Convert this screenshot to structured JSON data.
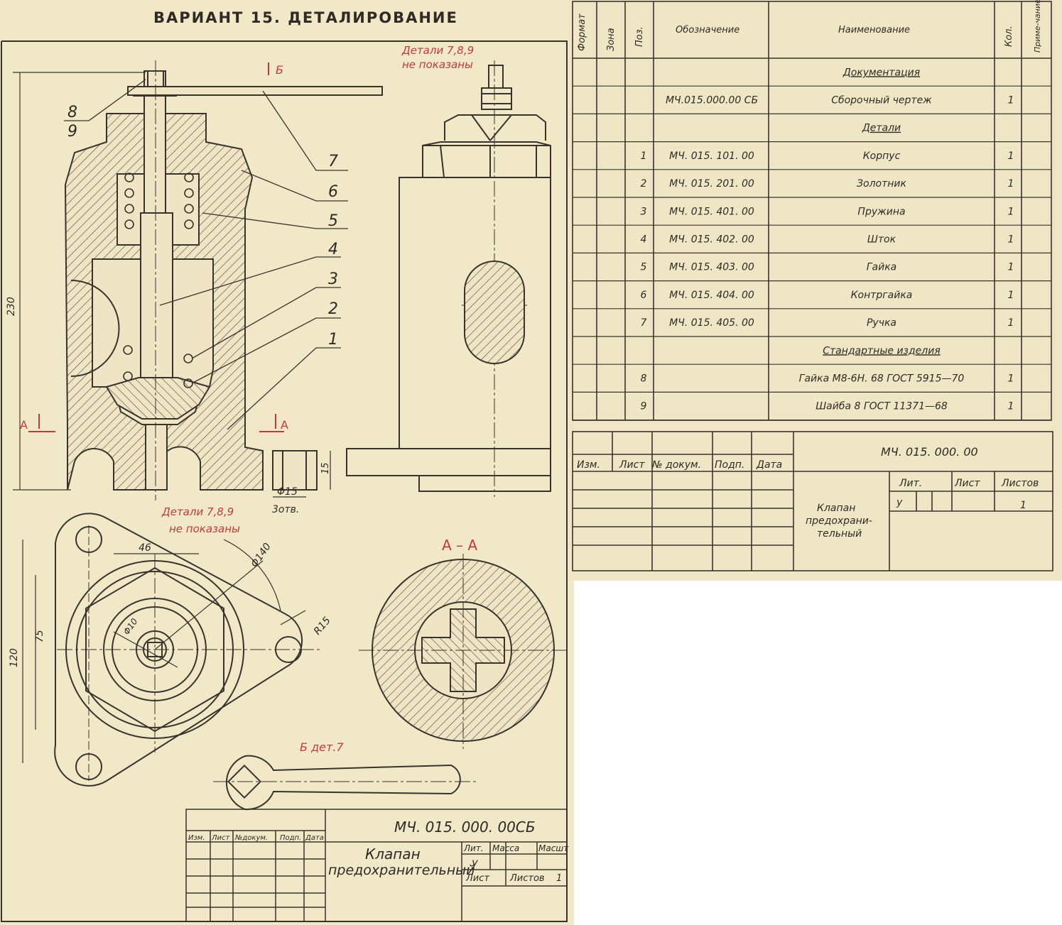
{
  "page_title": "ВАРИАНТ 15. ДЕТАЛИРОВАНИЕ",
  "notes": {
    "hidden_top": [
      "Детали 7,8,9",
      "не показаны"
    ],
    "hidden_bottom": [
      "Детали 7,8,9",
      "не показаны"
    ]
  },
  "callouts": [
    "8",
    "9",
    "7",
    "6",
    "5",
    "4",
    "3",
    "2",
    "1"
  ],
  "views": {
    "section_mark": "А",
    "arrow_mark": "Б",
    "section_title": "А – А",
    "detail_label": "Б дет.7"
  },
  "dimensions": {
    "height": "230",
    "base_height": "15",
    "hole_dia": "Φ15",
    "hole_count": "3отв.",
    "width46": "46",
    "dia140": "Φ140",
    "dia10": "Φ10",
    "r15": "R15",
    "h120": "120",
    "h75": "75"
  },
  "spec": {
    "headers": {
      "format": "Формат",
      "zone": "Зона",
      "pos": "Поз.",
      "designation": "Обозначение",
      "name": "Наименование",
      "qty": "Кол.",
      "note": "Приме-чание"
    },
    "rows": [
      {
        "pos": "",
        "designation": "",
        "name": "Документация",
        "qty": "",
        "section": true
      },
      {
        "pos": "",
        "designation": "МЧ.015.000.00 СБ",
        "name": "Сборочный чертеж",
        "qty": "1",
        "section": false
      },
      {
        "pos": "",
        "designation": "",
        "name": "Детали",
        "qty": "",
        "section": true
      },
      {
        "pos": "1",
        "designation": "МЧ. 015. 101. 00",
        "name": "Корпус",
        "qty": "1",
        "section": false
      },
      {
        "pos": "2",
        "designation": "МЧ. 015. 201. 00",
        "name": "Золотник",
        "qty": "1",
        "section": false
      },
      {
        "pos": "3",
        "designation": "МЧ. 015. 401. 00",
        "name": "Пружина",
        "qty": "1",
        "section": false
      },
      {
        "pos": "4",
        "designation": "МЧ. 015. 402. 00",
        "name": "Шток",
        "qty": "1",
        "section": false
      },
      {
        "pos": "5",
        "designation": "МЧ. 015. 403. 00",
        "name": "Гайка",
        "qty": "1",
        "section": false
      },
      {
        "pos": "6",
        "designation": "МЧ. 015. 404. 00",
        "name": "Контргайка",
        "qty": "1",
        "section": false
      },
      {
        "pos": "7",
        "designation": "МЧ. 015. 405. 00",
        "name": "Ручка",
        "qty": "1",
        "section": false
      },
      {
        "pos": "",
        "designation": "",
        "name": "Стандартные изделия",
        "qty": "",
        "section": true
      },
      {
        "pos": "8",
        "designation": "",
        "name": "Гайка М8-6Н. 68 ГОСТ 5915—70",
        "qty": "1",
        "section": false
      },
      {
        "pos": "9",
        "designation": "",
        "name": "Шайба 8 ГОСТ 11371—68",
        "qty": "1",
        "section": false
      }
    ]
  },
  "spec_title_block": {
    "code": "МЧ. 015. 000. 00",
    "cols": [
      "Изм.",
      "Лист",
      "№ докум.",
      "Подп.",
      "Дата"
    ],
    "title_lines": [
      "Клапан",
      "предохрани-",
      "тельный"
    ],
    "lit_label": "Лит.",
    "sheet_label": "Лист",
    "sheets_label": "Листов",
    "lit_value": "у",
    "sheets_value": "1"
  },
  "drawing_title_block": {
    "code": "МЧ. 015. 000. 00СБ",
    "cols": [
      "Изм.",
      "Лист",
      "№докум.",
      "Подп.",
      "Дата"
    ],
    "title_lines": [
      "Клапан",
      "предохранительный"
    ],
    "lit_label": "Лит.",
    "mass_label": "Масса",
    "scale_label": "Масшт",
    "lit_value": "у",
    "sheet_label": "Лист",
    "sheets_label": "Листов",
    "sheets_value": "1"
  },
  "colors": {
    "paper": "#f1e8c8",
    "ink": "#3a332b",
    "red": "#c23a3a",
    "hatch": "#5a5044"
  }
}
